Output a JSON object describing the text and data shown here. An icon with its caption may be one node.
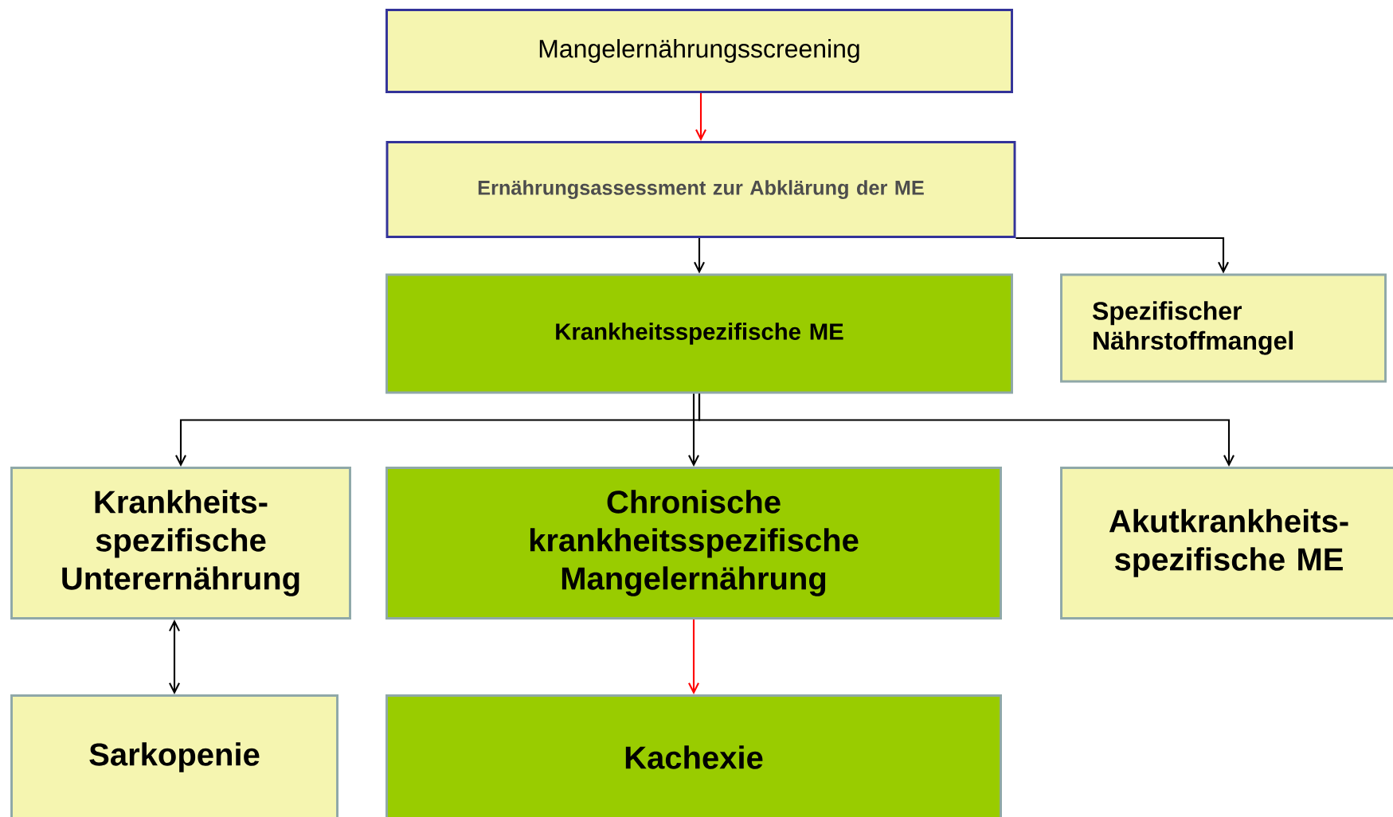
{
  "diagram": {
    "nodes": [
      {
        "text": [
          "Mangelernährungsscreening"
        ]
      },
      {
        "text": [
          "Ernährungsassessment zur Abklärung der ME"
        ]
      },
      {
        "text": [
          "Krankheitsspezifische ME"
        ]
      },
      {
        "text": [
          "Spezifischer Nährstoffmangel"
        ]
      },
      {
        "text": [
          "Krankheits- spezifische Unterernährung"
        ]
      },
      {
        "text": [
          "Chronische krankheitsspezifische Mangelernährung"
        ]
      },
      {
        "text": [
          "Akutkrankheits- spezifische ME"
        ]
      },
      {
        "text": [
          "Sarkopenie"
        ]
      },
      {
        "text": [
          "Kachexie"
        ]
      }
    ],
    "edges": [
      {
        "from": 0,
        "to": 1,
        "arrow": "to",
        "color": "#ff0000"
      },
      {
        "from": 1,
        "to": 2,
        "arrow": "to"
      },
      {
        "from": 1,
        "to": 3,
        "arrow": "to"
      },
      {
        "from": 2,
        "to": 4,
        "arrow": "to"
      },
      {
        "from": 2,
        "to": 5,
        "arrow": "to"
      },
      {
        "from": 2,
        "to": 6,
        "arrow": "to"
      },
      {
        "from": 4,
        "to": 7,
        "arrow": "both"
      },
      {
        "from": 5,
        "to": 8,
        "arrow": "to",
        "color": "#ff0000"
      }
    ]
  }
}
